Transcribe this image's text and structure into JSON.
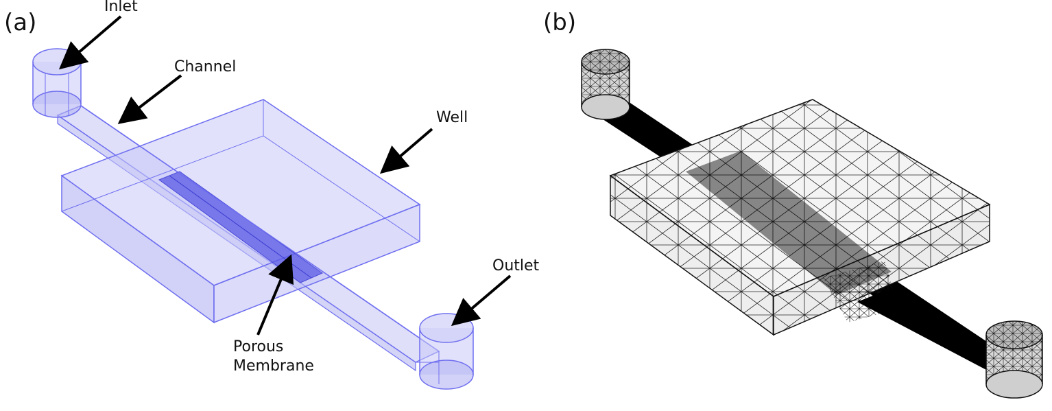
{
  "panels": {
    "a": {
      "label": "(a)"
    },
    "b": {
      "label": "(b)"
    }
  },
  "callouts": {
    "inlet": "Inlet",
    "channel": "Channel",
    "well": "Well",
    "outlet": "Outlet",
    "membrane_line1": "Porous",
    "membrane_line2": "Membrane"
  },
  "colors": {
    "translucent_fill": "#b9b9f5",
    "edge": "#6e6ef0",
    "membrane": "#5a5ae6",
    "mesh_edge": "#111111",
    "mesh_dense": "#000000",
    "arrow": "#000000"
  }
}
